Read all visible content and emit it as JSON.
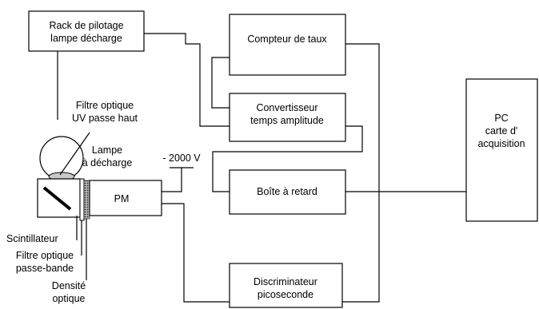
{
  "boxes": {
    "rack": [
      "Rack de pilotage",
      "lampe décharge"
    ],
    "compteur": "Compteur de taux",
    "convertisseur": [
      "Convertisseur",
      "temps amplitude"
    ],
    "boite": "Boîte à retard",
    "discriminateur": [
      "Discriminateur",
      "picoseconde"
    ],
    "pc": [
      "PC",
      "carte d'",
      "acquisition"
    ],
    "pm": "PM"
  },
  "labels": {
    "filtre_uv": [
      "Filtre optique",
      "UV passe haut"
    ],
    "lampe": [
      "Lampe",
      "à décharge"
    ],
    "tension": "- 2000 V",
    "scintillateur": "Scintillateur",
    "filtre_pb": [
      "Filtre optique",
      "passe-bande"
    ],
    "densite": [
      "Densité",
      "optique"
    ]
  }
}
